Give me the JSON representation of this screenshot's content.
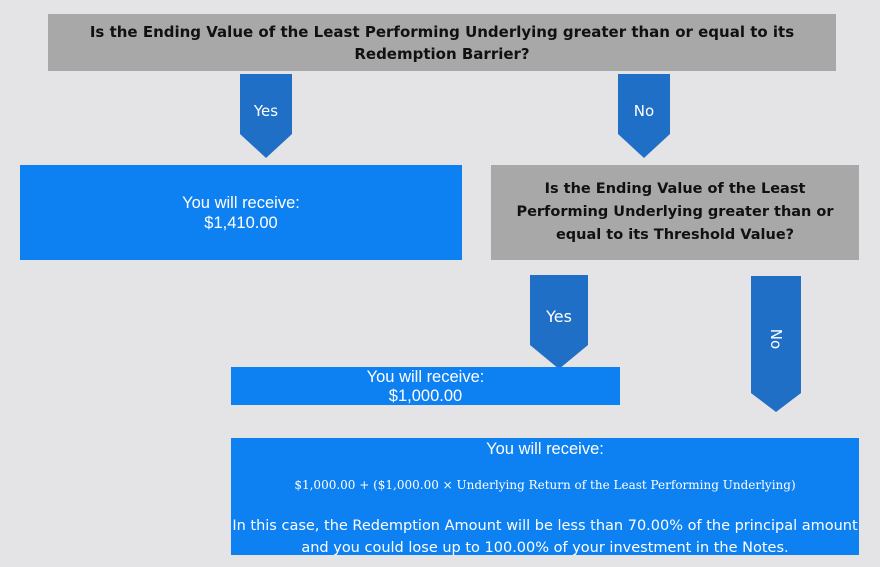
{
  "question_1": "Is the Ending Value of the Least Performing Underlying greater than or equal to its Redemption Barrier?",
  "question_2": "Is the Ending Value of the Least Performing Underlying greater than or equal to its Threshold Value?",
  "arrows": {
    "q1_yes": "Yes",
    "q1_no": "No",
    "q2_yes": "Yes",
    "q2_no": "No"
  },
  "result_1": {
    "label": "You will receive:",
    "amount": "$1,410.00"
  },
  "result_2": {
    "label": "You will receive:",
    "amount": "$1,000.00"
  },
  "result_3": {
    "label": "You will receive:",
    "formula": "$1,000.00 + ($1,000.00 × Underlying Return of the Least Performing Underlying)",
    "note": "In this case, the Redemption Amount will be less than 70.00% of the principal amount and you could lose up to 100.00% of your investment in the Notes."
  },
  "colors": {
    "background": "#e4e4e6",
    "question_box": "#a8a8a8",
    "result_box": "#0d80f2",
    "arrow": "#1f6fc7"
  }
}
